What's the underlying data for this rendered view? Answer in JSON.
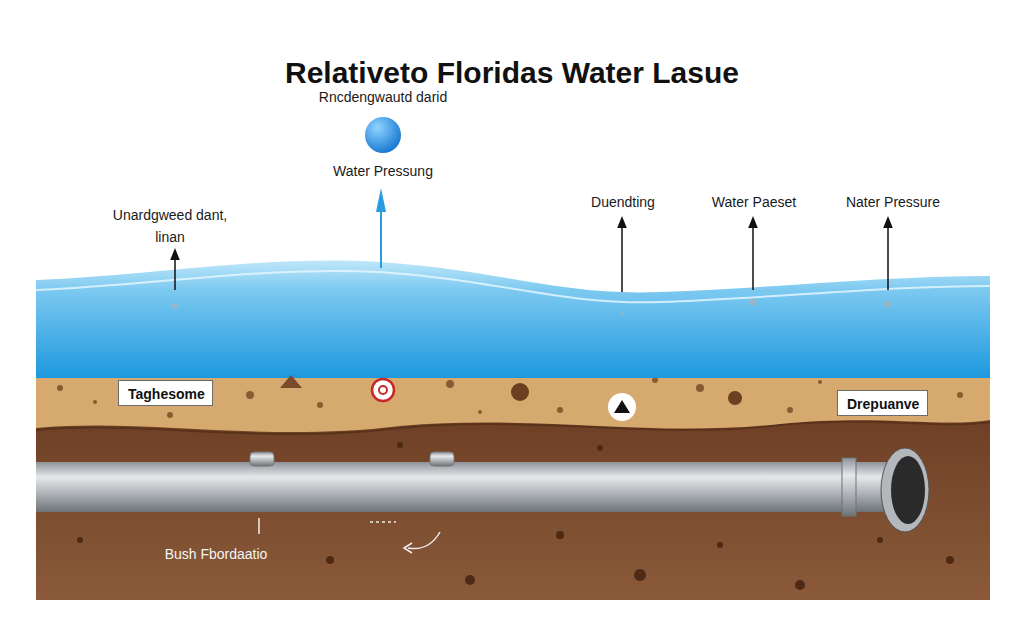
{
  "diagram": {
    "title": "Relativeto Floridas Water Lasue",
    "nodes": [
      {
        "text": [
          "Taghesome"
        ]
      },
      {
        "text": [
          "Drepuanve"
        ]
      }
    ],
    "labels": [
      "Rncdengwautd darid",
      "Water Pressung",
      "Unardgweed dant, linan",
      "Duendting",
      "Water Paeset",
      "Nater Pressure",
      "Bush Fbordaatio"
    ]
  }
}
